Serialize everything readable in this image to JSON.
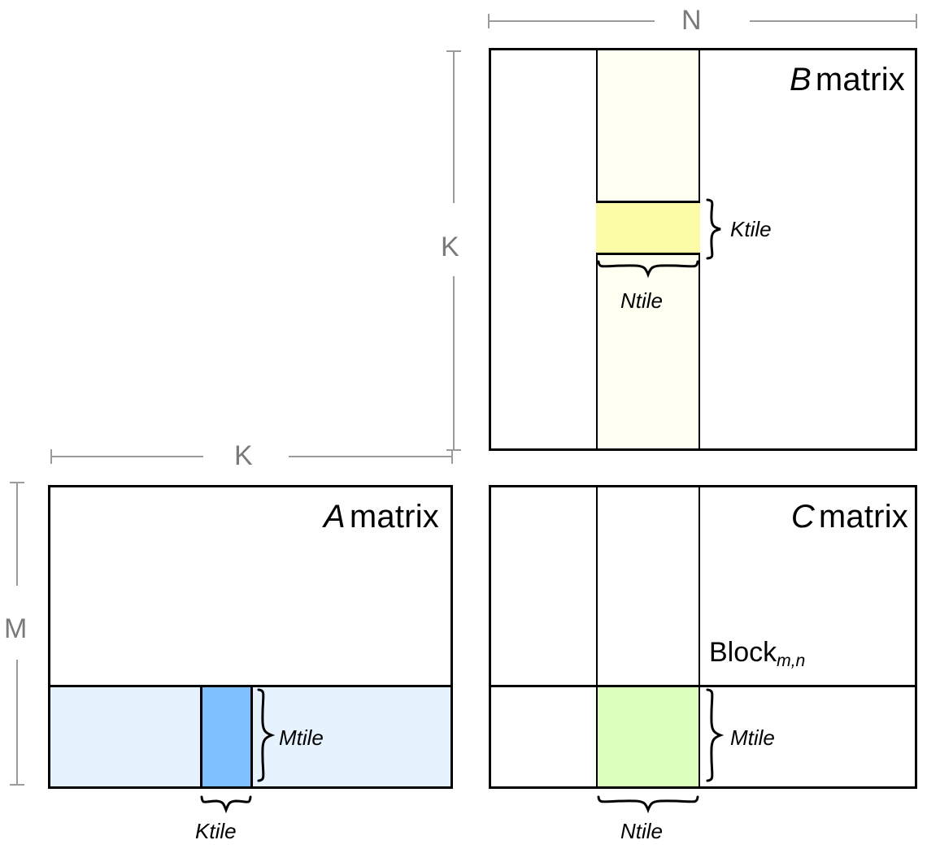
{
  "diagram": {
    "title_note": "Blocked matrix multiplication tiling diagram",
    "colors": {
      "outline": "#000000",
      "dimension_gray": "#7a7a7a",
      "b_column_strip": "#fffff2",
      "b_ktile": "#fbfba8",
      "a_row_strip": "#e6f2fe",
      "a_ktile": "#7fc0ff",
      "c_tile": "#ddffbd"
    }
  },
  "matrices": {
    "a": {
      "title_letter": "A",
      "title_word": "matrix",
      "row_dim_label": "M",
      "col_dim_label": "K",
      "tile_vertical_label": "Mtile",
      "tile_horizontal_label": "Ktile"
    },
    "b": {
      "title_letter": "B",
      "title_word": "matrix",
      "row_dim_label": "K",
      "col_dim_label": "N",
      "tile_vertical_label": "Ktile",
      "tile_horizontal_label": "Ntile"
    },
    "c": {
      "title_letter": "C",
      "title_word": "matrix",
      "block_label": "Block",
      "block_subscript": "m,n",
      "tile_vertical_label": "Mtile",
      "tile_horizontal_label": "Ntile"
    }
  }
}
